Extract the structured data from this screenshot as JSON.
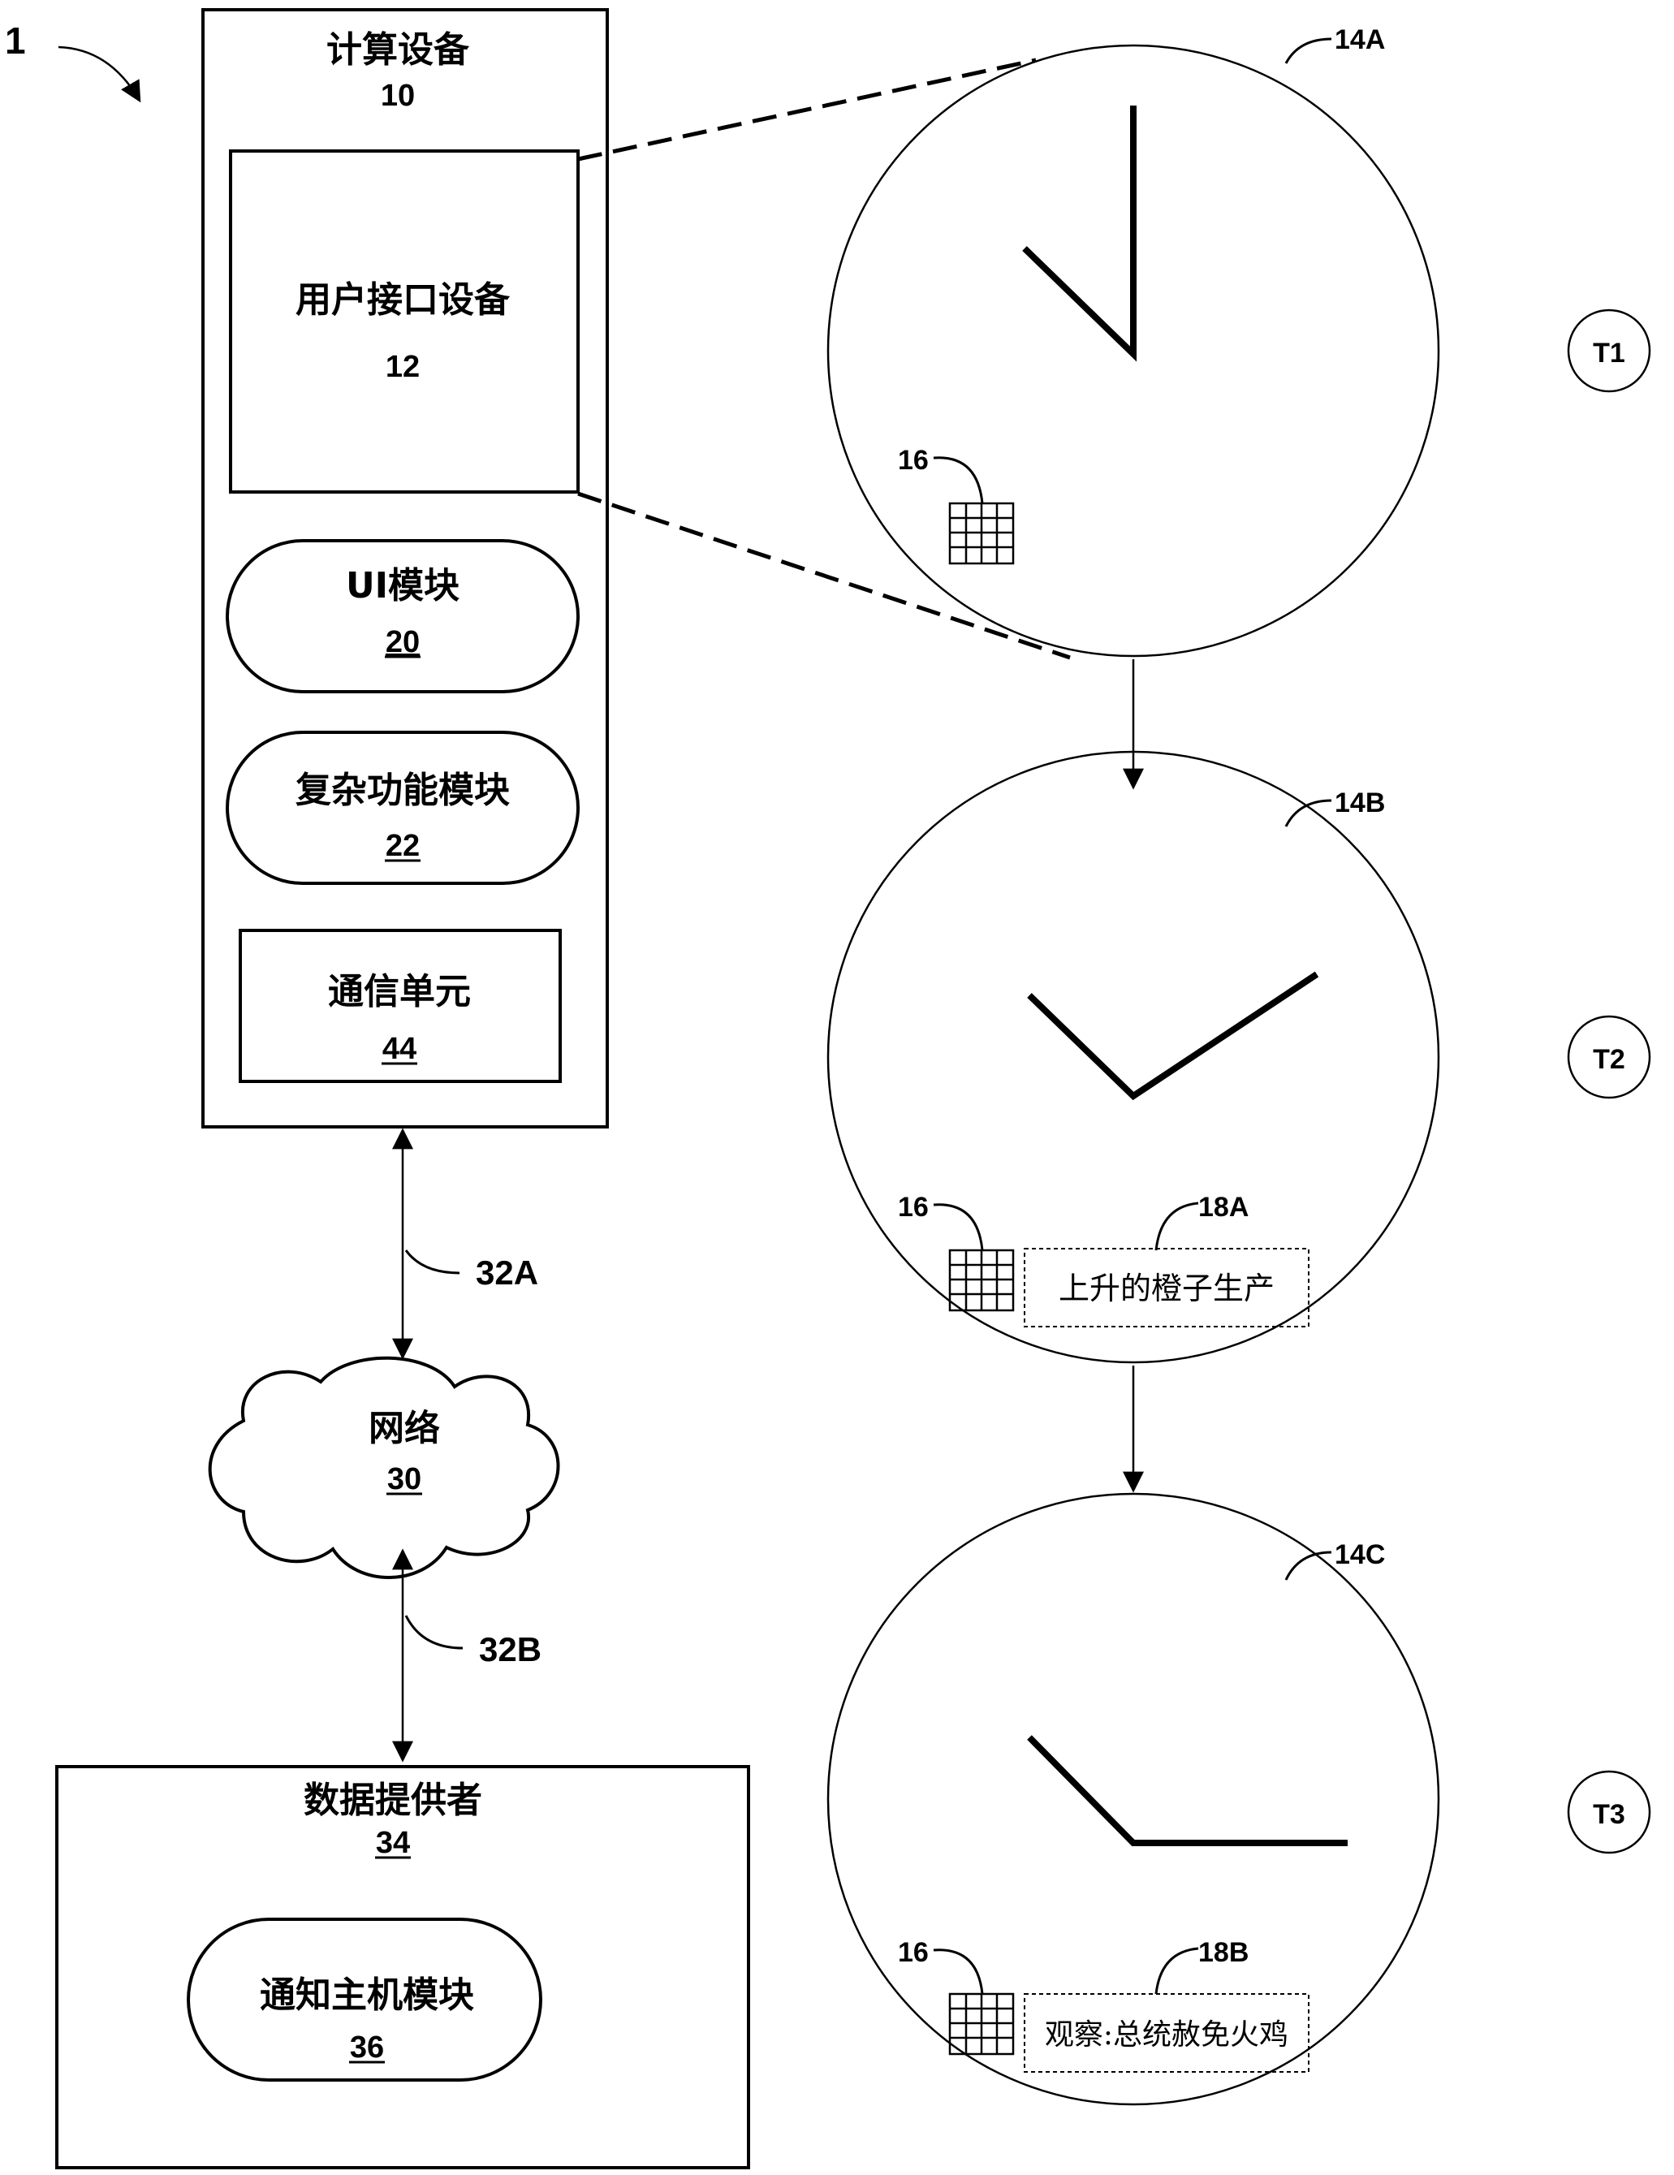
{
  "figure": {
    "label": "1"
  },
  "computing_device": {
    "title": "计算设备",
    "number": "10",
    "ui_device": {
      "title": "用户接口设备",
      "number": "12"
    },
    "ui_module": {
      "title": "UI模块",
      "number": "20"
    },
    "complication_module": {
      "title": "复杂功能模块",
      "number": "22"
    },
    "comm_unit": {
      "title": "通信单元",
      "number": "44"
    }
  },
  "links": {
    "upper": "32A",
    "lower": "32B"
  },
  "network": {
    "title": "网络",
    "number": "30"
  },
  "data_provider": {
    "title": "数据提供者",
    "number": "34",
    "notification_host": {
      "title": "通知主机模块",
      "number": "36"
    }
  },
  "watch_faces": [
    {
      "label": "14A",
      "time_label": "T1",
      "icon_label": "16",
      "notification_label": "",
      "notification_text": ""
    },
    {
      "label": "14B",
      "time_label": "T2",
      "icon_label": "16",
      "notification_label": "18A",
      "notification_text": "上升的橙子生产"
    },
    {
      "label": "14C",
      "time_label": "T3",
      "icon_label": "16",
      "notification_label": "18B",
      "notification_text": "观察:总统赦免火鸡"
    }
  ]
}
